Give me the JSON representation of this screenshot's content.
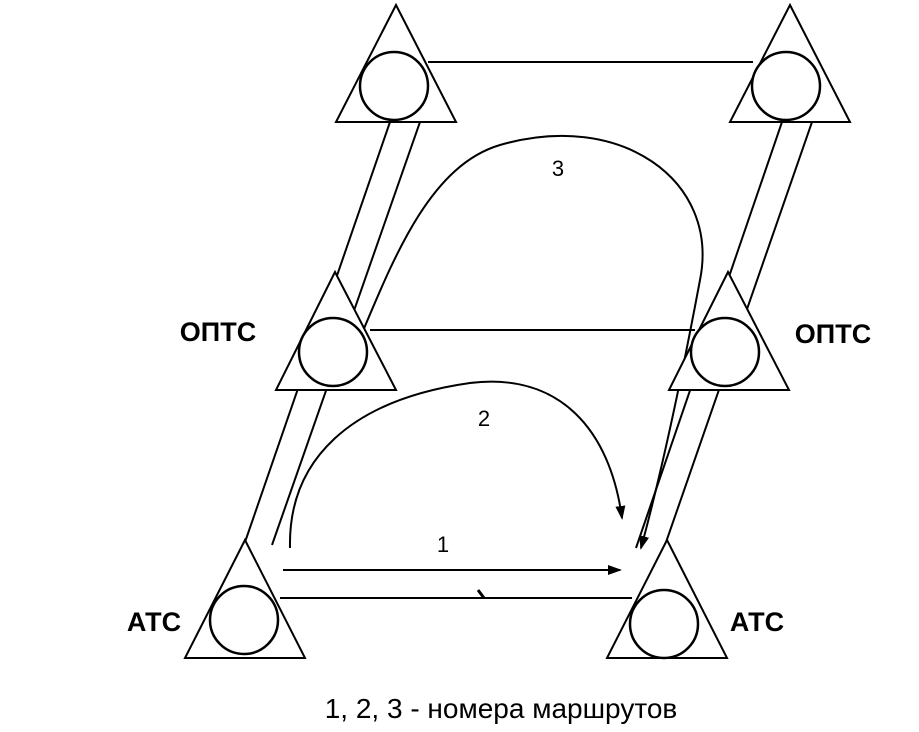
{
  "labels": {
    "left_mid": "ОПТС",
    "right_mid": "ОПТС",
    "left_bottom": "АТС",
    "right_bottom": "АТС"
  },
  "routes": {
    "r1": "1",
    "r2": "2",
    "r3": "3"
  },
  "caption": "1, 2, 3 - номера маршрутов"
}
